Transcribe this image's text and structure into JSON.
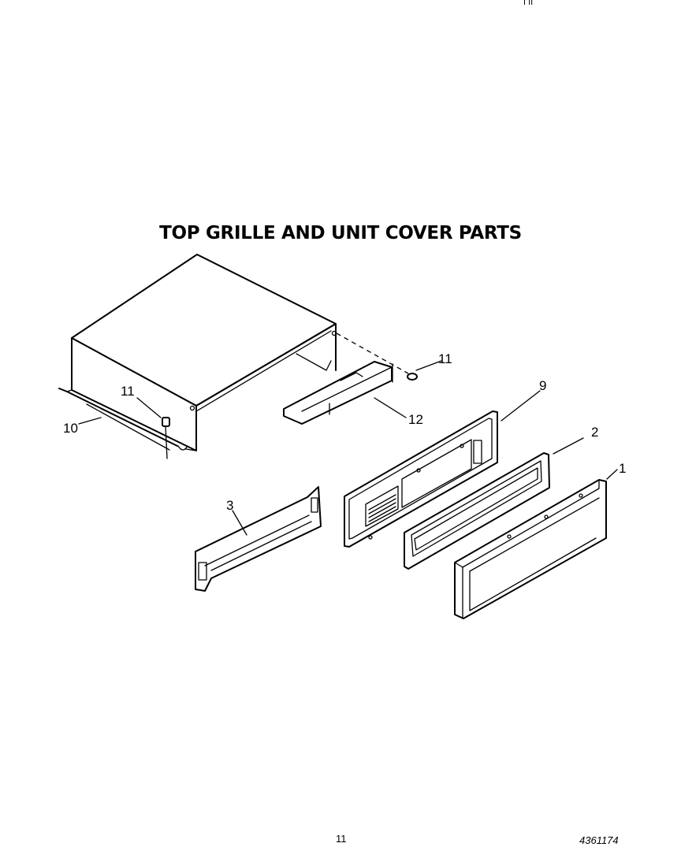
{
  "header": {
    "corner_mark": "I  II"
  },
  "title": "TOP GRILLE AND UNIT COVER PARTS",
  "callouts": {
    "part_1": "1",
    "part_2": "2",
    "part_3": "3",
    "part_9": "9",
    "part_10": "10",
    "part_11_left": "11",
    "part_11_right": "11",
    "part_12": "12"
  },
  "footer": {
    "page_number": "11",
    "document_number": "4361174"
  }
}
